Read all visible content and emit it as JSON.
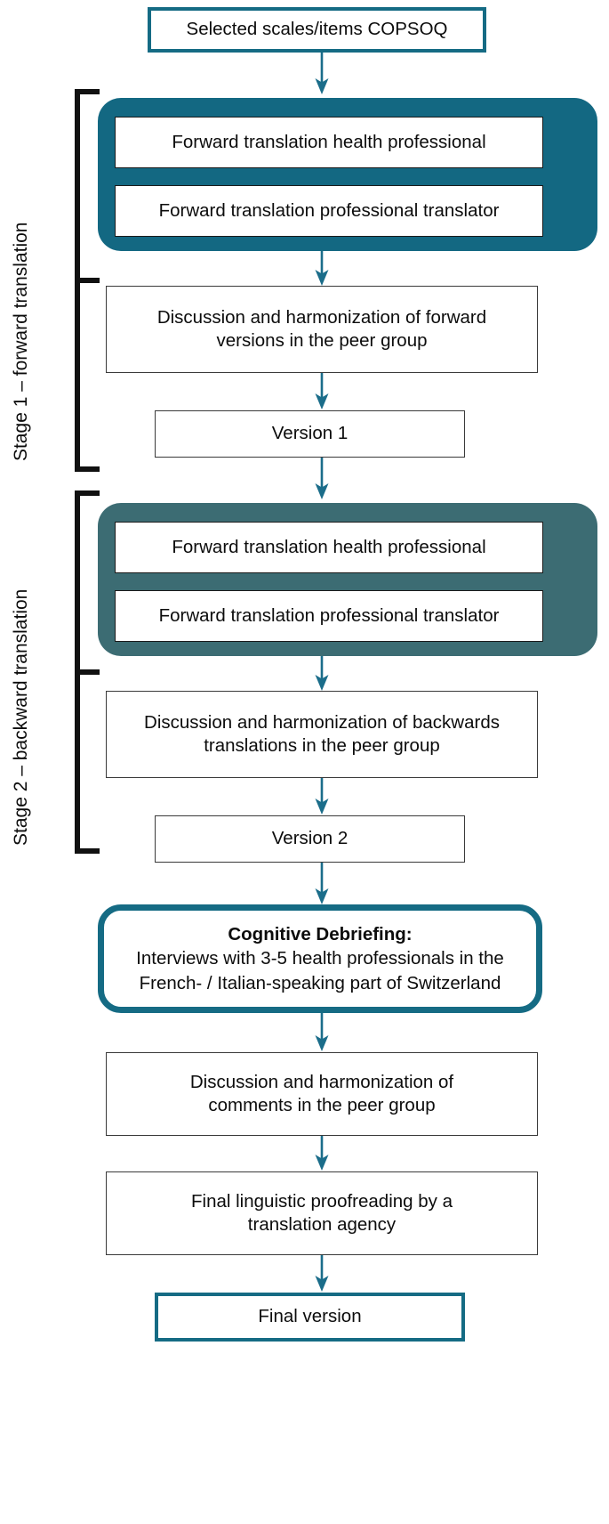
{
  "colors": {
    "stage1_fill": "#136882",
    "stage2_fill": "#3c6c73",
    "accent_border": "#156b84",
    "arrow": "#1b6d8a",
    "thin_border": "#3a3a3a",
    "text": "#0c0c0c"
  },
  "diagram": {
    "title": "COPSOQ translation process flowchart",
    "stages": [
      {
        "label": "Stage 1 – forward translation"
      },
      {
        "label": "Stage 2 – backward translation"
      }
    ],
    "nodes": {
      "start": "Selected scales/items COPSOQ",
      "s1_box1": "Forward translation health professional",
      "s1_box2": "Forward translation professional translator",
      "s1_discussion_line1": "Discussion and harmonization of forward",
      "s1_discussion_line2": "versions in the peer group",
      "version1": "Version 1",
      "s2_box1": "Forward translation health professional",
      "s2_box2": "Forward translation professional translator",
      "s2_discussion_line1": "Discussion and harmonization of backwards",
      "s2_discussion_line2": "translations in the peer group",
      "version2": "Version 2",
      "debriefing_heading": "Cognitive Debriefing:",
      "debriefing_line1": "Interviews with 3-5 health professionals in the",
      "debriefing_line2": "French- / Italian-speaking part of Switzerland",
      "comments_line1": "Discussion and harmonization of",
      "comments_line2": "comments in the peer group",
      "proofreading_line1": "Final linguistic proofreading by a",
      "proofreading_line2": "translation agency",
      "final": "Final version"
    },
    "arrow_count": 9,
    "icon_names": [
      "down-arrow-icon",
      "stage-bracket-icon"
    ]
  }
}
